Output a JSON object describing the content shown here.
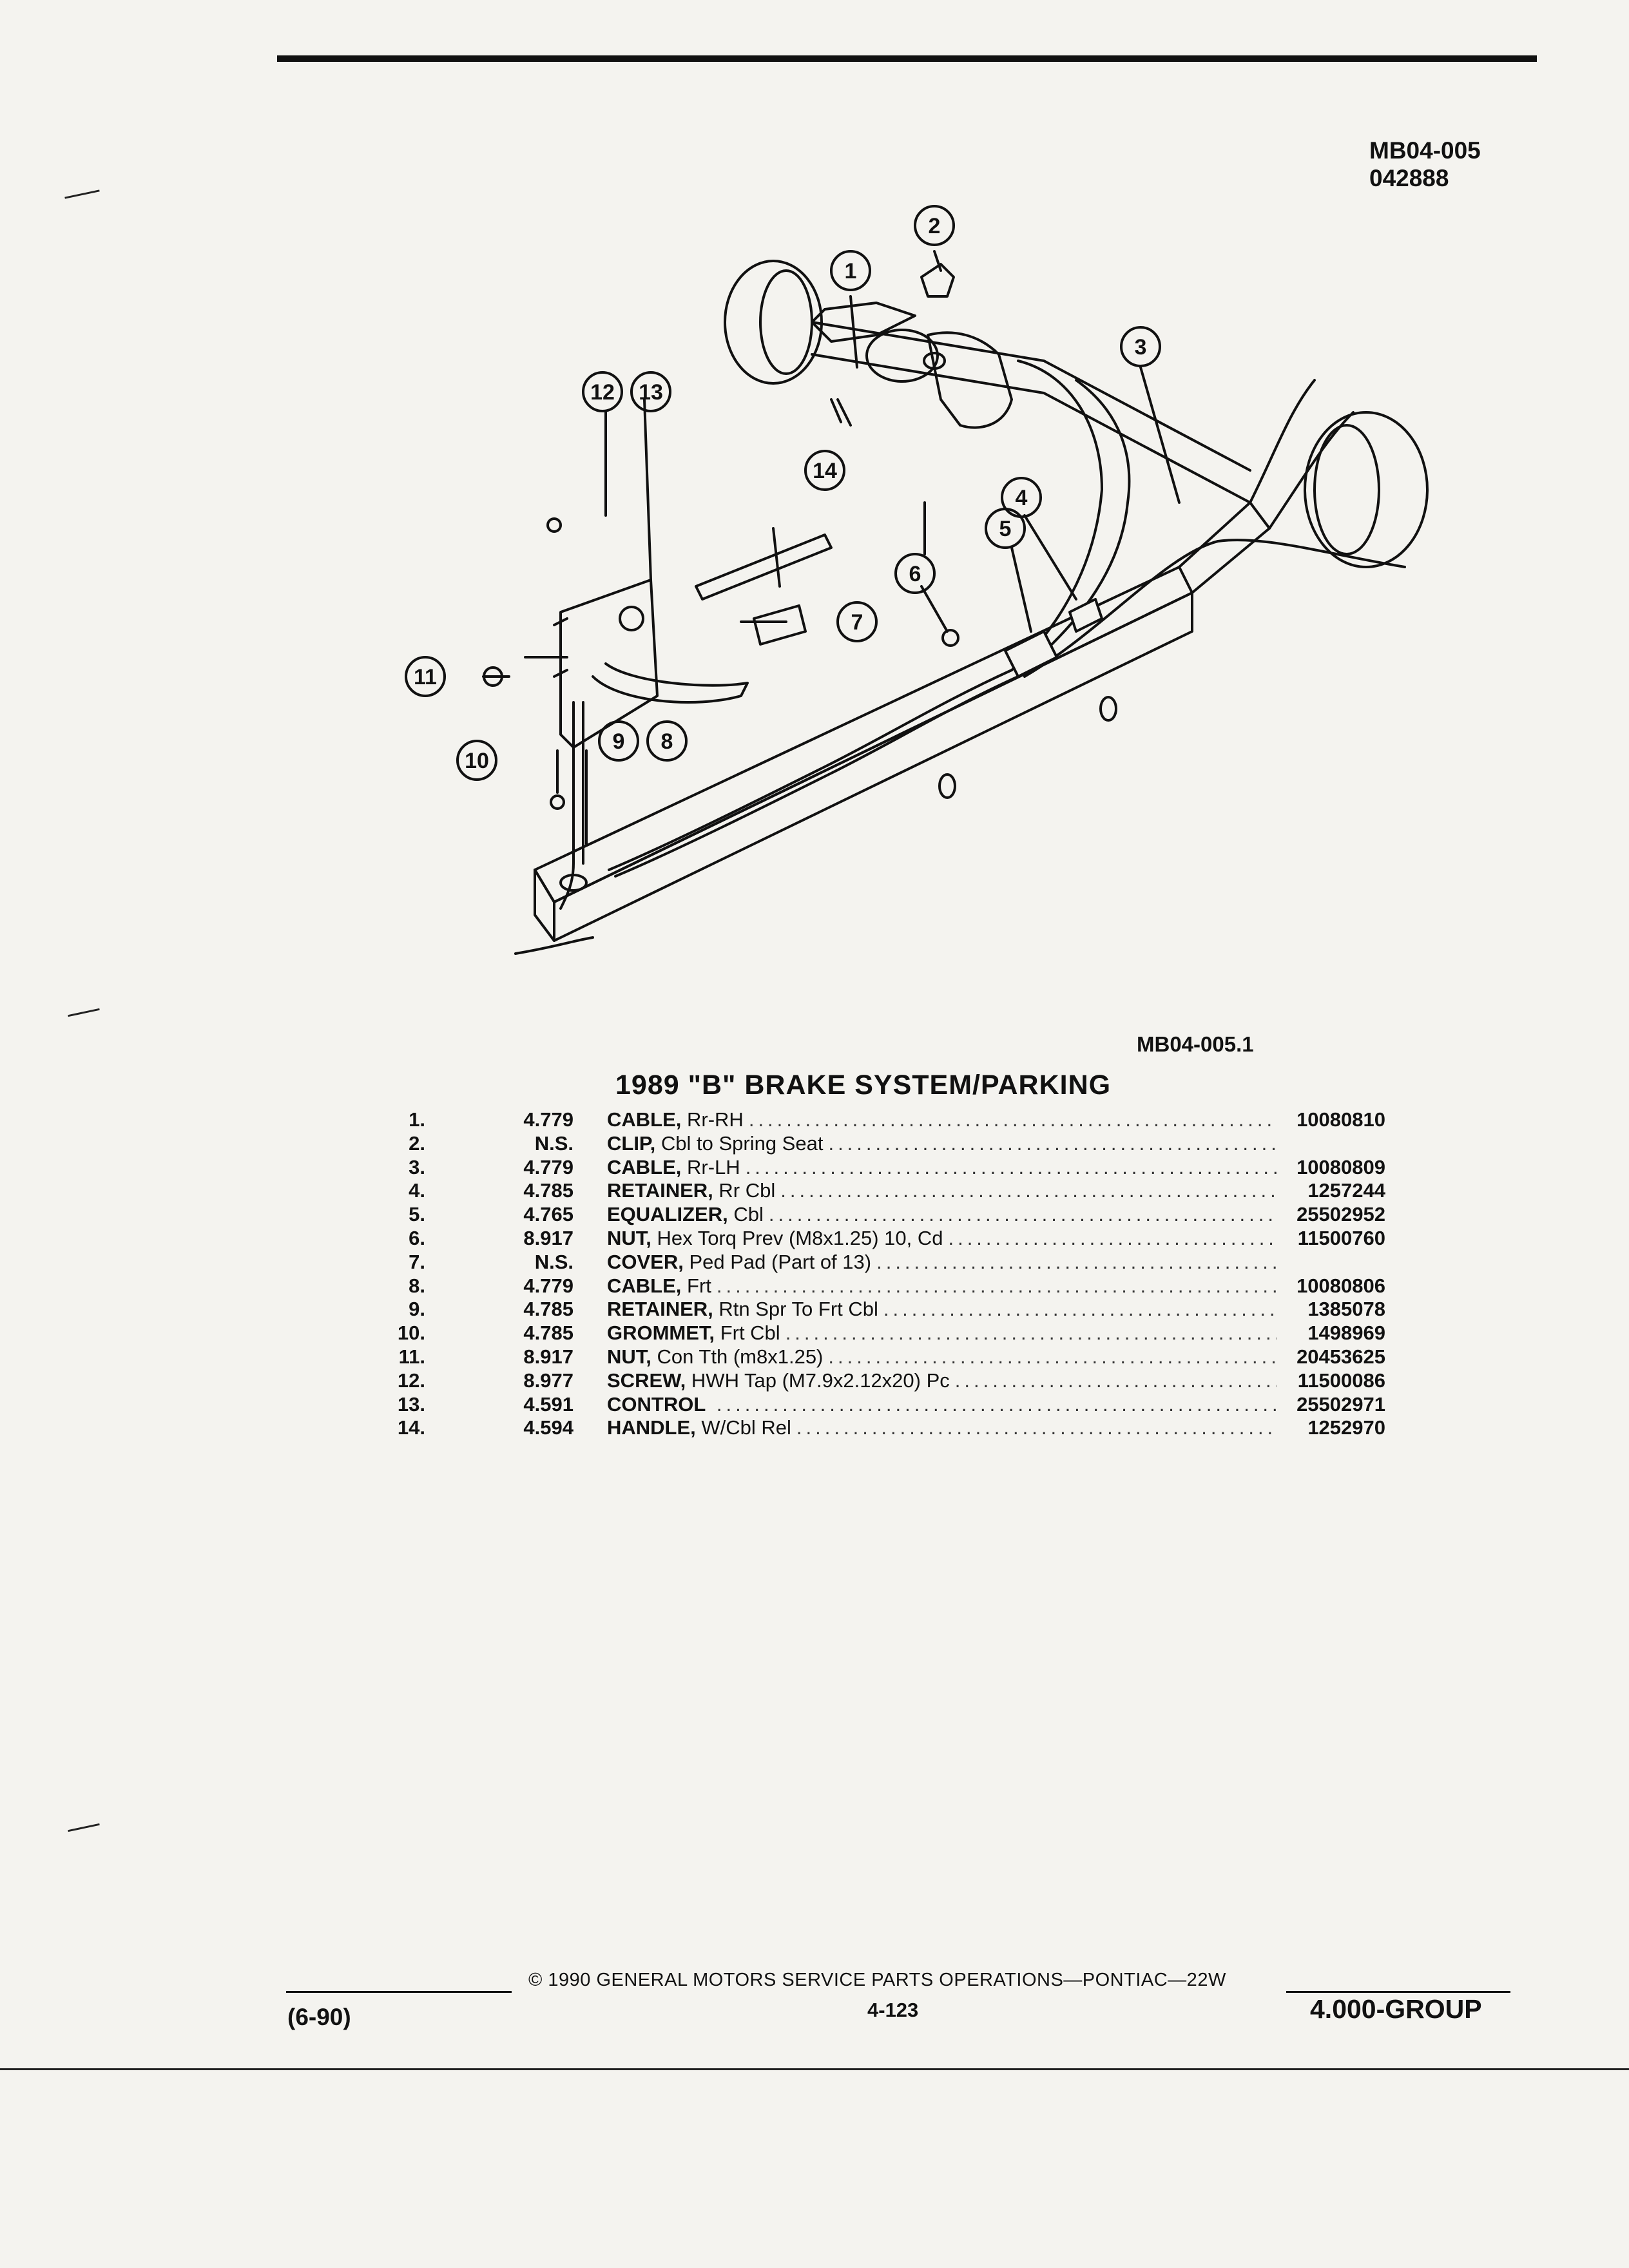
{
  "header": {
    "code_line1": "MB04-005",
    "code_line2": "042888"
  },
  "figure": {
    "id": "MB04-005.1",
    "callouts": [
      "1",
      "2",
      "3",
      "4",
      "5",
      "6",
      "7",
      "8",
      "9",
      "10",
      "11",
      "12",
      "13",
      "14"
    ]
  },
  "title": "1989 \"B\" BRAKE SYSTEM/PARKING",
  "parts": [
    {
      "item": "1.",
      "group": "4.779",
      "name": "CABLE,",
      "desc": "Rr-RH",
      "part_no": "10080810"
    },
    {
      "item": "2.",
      "group": "N.S.",
      "name": "CLIP,",
      "desc": "Cbl to Spring Seat",
      "part_no": ""
    },
    {
      "item": "3.",
      "group": "4.779",
      "name": "CABLE,",
      "desc": "Rr-LH",
      "part_no": "10080809"
    },
    {
      "item": "4.",
      "group": "4.785",
      "name": "RETAINER,",
      "desc": "Rr Cbl",
      "part_no": "1257244"
    },
    {
      "item": "5.",
      "group": "4.765",
      "name": "EQUALIZER,",
      "desc": "Cbl",
      "part_no": "25502952"
    },
    {
      "item": "6.",
      "group": "8.917",
      "name": "NUT,",
      "desc": "Hex Torq Prev (M8x1.25) 10, Cd",
      "part_no": "11500760"
    },
    {
      "item": "7.",
      "group": "N.S.",
      "name": "COVER,",
      "desc": "Ped Pad (Part of 13)",
      "part_no": ""
    },
    {
      "item": "8.",
      "group": "4.779",
      "name": "CABLE,",
      "desc": "Frt",
      "part_no": "10080806"
    },
    {
      "item": "9.",
      "group": "4.785",
      "name": "RETAINER,",
      "desc": "Rtn Spr To Frt Cbl",
      "part_no": "1385078"
    },
    {
      "item": "10.",
      "group": "4.785",
      "name": "GROMMET,",
      "desc": "Frt Cbl",
      "part_no": "1498969"
    },
    {
      "item": "11.",
      "group": "8.917",
      "name": "NUT,",
      "desc": "Con Tth (m8x1.25)",
      "part_no": "20453625"
    },
    {
      "item": "12.",
      "group": "8.977",
      "name": "SCREW,",
      "desc": "HWH Tap (M7.9x2.12x20) Pc",
      "part_no": "11500086"
    },
    {
      "item": "13.",
      "group": "4.591",
      "name": "CONTROL",
      "desc": "",
      "part_no": "25502971"
    },
    {
      "item": "14.",
      "group": "4.594",
      "name": "HANDLE,",
      "desc": "W/Cbl Rel",
      "part_no": "1252970"
    }
  ],
  "footer": {
    "copyright": "©  1990  GENERAL MOTORS SERVICE PARTS OPERATIONS—PONTIAC—22W",
    "date": "(6-90)",
    "page": "4-123",
    "group": "4.000-GROUP"
  }
}
